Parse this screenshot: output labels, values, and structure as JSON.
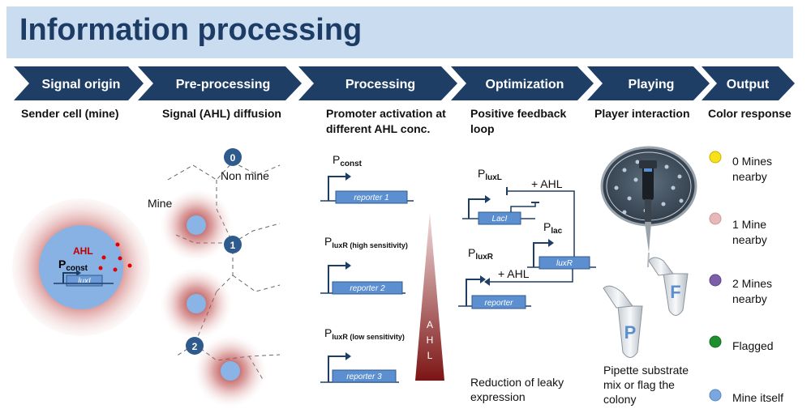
{
  "title": "Information processing",
  "steps": [
    {
      "label": "Signal origin",
      "sub": "Sender cell (mine)"
    },
    {
      "label": "Pre-processing",
      "sub": "Signal (AHL) diffusion"
    },
    {
      "label": "Processing",
      "sub": "Promoter activation at different AHL conc."
    },
    {
      "label": "Optimization",
      "sub": "Positive feedback loop"
    },
    {
      "label": "Playing",
      "sub": "Player interaction"
    },
    {
      "label": "Output",
      "sub": "Color response"
    }
  ],
  "sender": {
    "ahl": "AHL",
    "promoter": "P",
    "promoter_sub": "const",
    "gene": "luxI"
  },
  "diffusion": {
    "mine": "Mine",
    "non_mine": "Non mine",
    "nodes": [
      "0",
      "1",
      "2"
    ]
  },
  "processing": {
    "constructs": [
      {
        "promoter": "P",
        "sub": "const",
        "reporter": "reporter 1"
      },
      {
        "promoter": "P",
        "sub": "luxR (high sensitivity)",
        "reporter": "reporter 2"
      },
      {
        "promoter": "P",
        "sub": "luxR (low sensitivity)",
        "reporter": "reporter 3"
      }
    ],
    "gradient_label": "AHL",
    "gradient_letters": [
      "A",
      "H",
      "L"
    ]
  },
  "optimization": {
    "p_luxl": "P",
    "p_luxl_sub": "luxL",
    "p_lac": "P",
    "p_lac_sub": "lac",
    "p_luxr": "P",
    "p_luxr_sub": "luxR",
    "laci": "LacI",
    "luxr": "luxR",
    "reporter": "reporter",
    "ahl1": "+ AHL",
    "ahl2": "+ AHL",
    "note": "Reduction of leaky expression"
  },
  "playing": {
    "tube_p": "P",
    "tube_f": "F",
    "note": "Pipette substrate mix  or flag the colony"
  },
  "legend": [
    {
      "text": "0 Mines nearby",
      "color": "#f7e21a"
    },
    {
      "text": "1 Mine nearby",
      "color": "#e7b8b8"
    },
    {
      "text": "2 Mines nearby",
      "color": "#7b5fa8"
    },
    {
      "text": "Flagged",
      "color": "#1f8f2e"
    },
    {
      "text": "Mine itself",
      "color": "#7aa7df"
    }
  ],
  "colors": {
    "banner": "#c9dcf0",
    "chevron": "#1f3e66",
    "node": "#2f5a8c",
    "gene_box": "#5b8fcf",
    "halo": "#b23a3a"
  }
}
